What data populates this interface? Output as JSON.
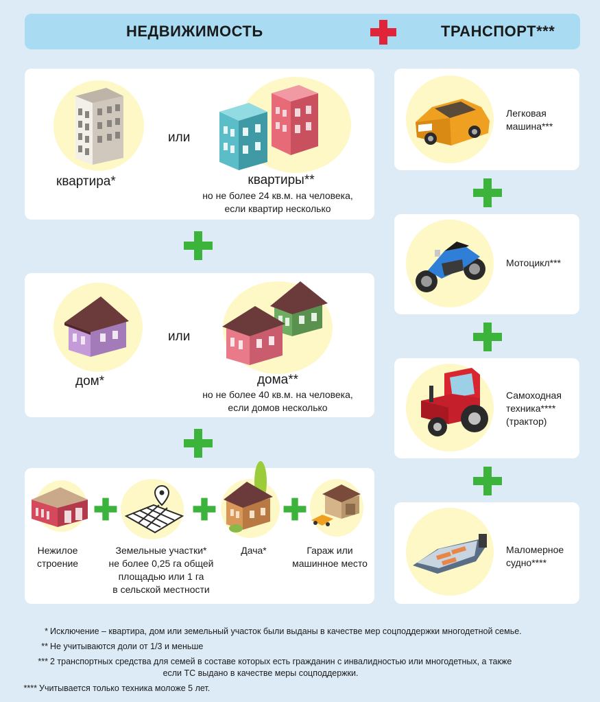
{
  "header": {
    "left_title": "НЕДВИЖИМОСТЬ",
    "right_title": "ТРАНСПОРТ***"
  },
  "realty": {
    "apartments": {
      "single_label": "квартира*",
      "or_label": "или",
      "multi_label": "квартиры**",
      "multi_note_1": "но не более 24 кв.м. на человека,",
      "multi_note_2": "если квартир несколько"
    },
    "houses": {
      "single_label": "дом*",
      "or_label": "или",
      "multi_label": "дома**",
      "multi_note_1": "но не более 40 кв.м. на человека,",
      "multi_note_2": "если домов несколько"
    },
    "other": {
      "nonresidential_1": "Нежилое",
      "nonresidential_2": "строение",
      "land_1": "Земельные участки*",
      "land_2": "не более 0,25 га общей",
      "land_3": "площадью или 1 га",
      "land_4": "в сельской местности",
      "dacha": "Дача*",
      "garage_1": "Гараж или",
      "garage_2": "машинное место"
    }
  },
  "transport": {
    "car_1": "Легковая",
    "car_2": "машина***",
    "moto": "Мотоцикл***",
    "tractor_1": "Самоходная",
    "tractor_2": "техника****",
    "tractor_3": "(трактор)",
    "boat_1": "Маломерное",
    "boat_2": "судно****"
  },
  "footnotes": {
    "f1_mark": "*",
    "f1_text": "Исключение – квартира, дом или земельный участок были выданы в качестве мер соцподдержки многодетной семье.",
    "f2_mark": "**",
    "f2_text": "Не учитываются доли от 1/3 и меньше",
    "f3_mark": "***",
    "f3_text_1": "2 транспортных средства для семей в составе которых есть гражданин с инвалидностью или многодетных, а также",
    "f3_text_2": "если ТС выдано в качестве меры соцподдержки.",
    "f4_mark": "****",
    "f4_text": "Учитывается только техника моложе 5 лет."
  },
  "colors": {
    "plus_green": "#3cb43c",
    "plus_red": "#e0243a",
    "header_bg": "#a9dcf2",
    "page_bg": "#dcebf6",
    "circle": "#fdf8c6"
  }
}
